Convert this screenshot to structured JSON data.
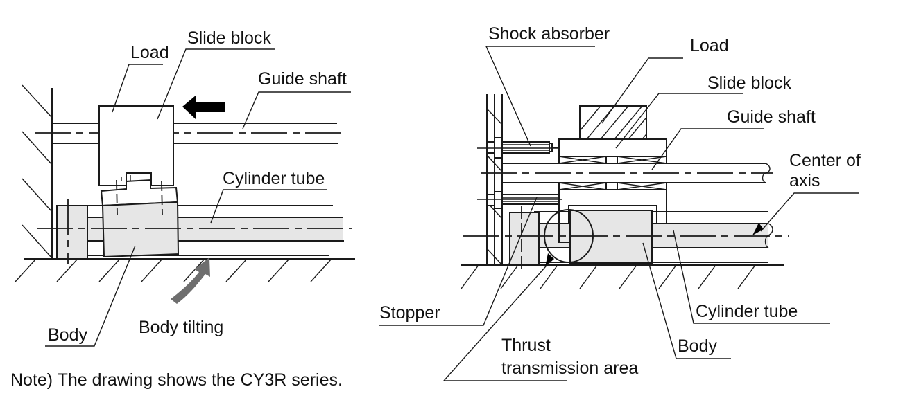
{
  "left_figure": {
    "labels": {
      "load": "Load",
      "slide_block": "Slide block",
      "guide_shaft": "Guide shaft",
      "cylinder_tube": "Cylinder tube",
      "body": "Body",
      "body_tilting": "Body tilting"
    },
    "arrows": {
      "movement_direction": "left",
      "tilt_direction": "clockwise-up"
    }
  },
  "right_figure": {
    "labels": {
      "shock_absorber": "Shock absorber",
      "load": "Load",
      "slide_block": "Slide block",
      "guide_shaft": "Guide shaft",
      "center_of_axis_line1": "Center of",
      "center_of_axis_line2": "axis",
      "stopper": "Stopper",
      "thrust_line1": "Thrust",
      "thrust_line2": "transmission area",
      "body": "Body",
      "cylinder_tube": "Cylinder tube"
    }
  },
  "note": "Note) The drawing shows the CY3R series.",
  "colors": {
    "line": "#1a1a1a",
    "shaded_part": "#e6e6e6",
    "tilt_arrow": "#6e6e6e",
    "motion_arrow": "#000000"
  }
}
